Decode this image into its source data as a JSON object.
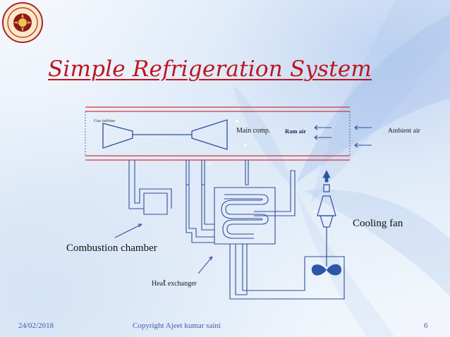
{
  "slide": {
    "title": "Simple Refrigeration System"
  },
  "diagram": {
    "labels": {
      "gas_turbine": "Gas turbine",
      "main_comp": "Main comp.",
      "ram_air": "Ram air",
      "ambient_air": "Ambient air",
      "cooling_fan": "Cooling fan",
      "combustion_chamber": "Combustion chamber",
      "heat_exchanger_prefix": "Hea",
      "heat_exchanger_t": "t",
      "heat_exchanger_suffix": " exchanger"
    }
  },
  "footer": {
    "date": "24/02/2018",
    "copyright": "Copyright Ajeet kumar saini",
    "page_number": "6"
  },
  "colors": {
    "title": "#c0141c",
    "footer": "#3b5ea8",
    "duct_red": "#d0363c",
    "line_blue": "#2f4f9a",
    "fan_blue": "#2e56a6"
  }
}
